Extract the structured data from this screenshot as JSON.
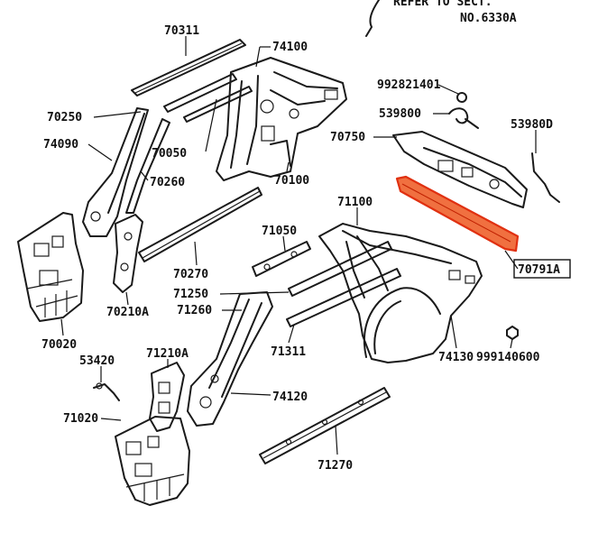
{
  "note": {
    "line1": "REFER TO SECT.",
    "line2": "NO.6330A"
  },
  "labels": {
    "p70311": "70311",
    "p74100": "74100",
    "p992821401": "992821401",
    "p70250": "70250",
    "p539800": "539800",
    "p53980d": "53980D",
    "p74090": "74090",
    "p70050": "70050",
    "p70750": "70750",
    "p70100": "70100",
    "p70260": "70260",
    "p71100": "71100",
    "p71050": "71050",
    "p70270": "70270",
    "p70791a": "70791A",
    "p71250": "71250",
    "p70210a": "70210A",
    "p71260": "71260",
    "p70020": "70020",
    "p71311": "71311",
    "p74130": "74130",
    "p999140600": "999140600",
    "p53420": "53420",
    "p71210a": "71210A",
    "p74120": "74120",
    "p71020": "71020",
    "p71270": "71270"
  },
  "colors": {
    "line": "#1a1a1a",
    "highlight_fill": "#f07040",
    "highlight_stroke": "#e03010"
  },
  "highlight": "70791A"
}
